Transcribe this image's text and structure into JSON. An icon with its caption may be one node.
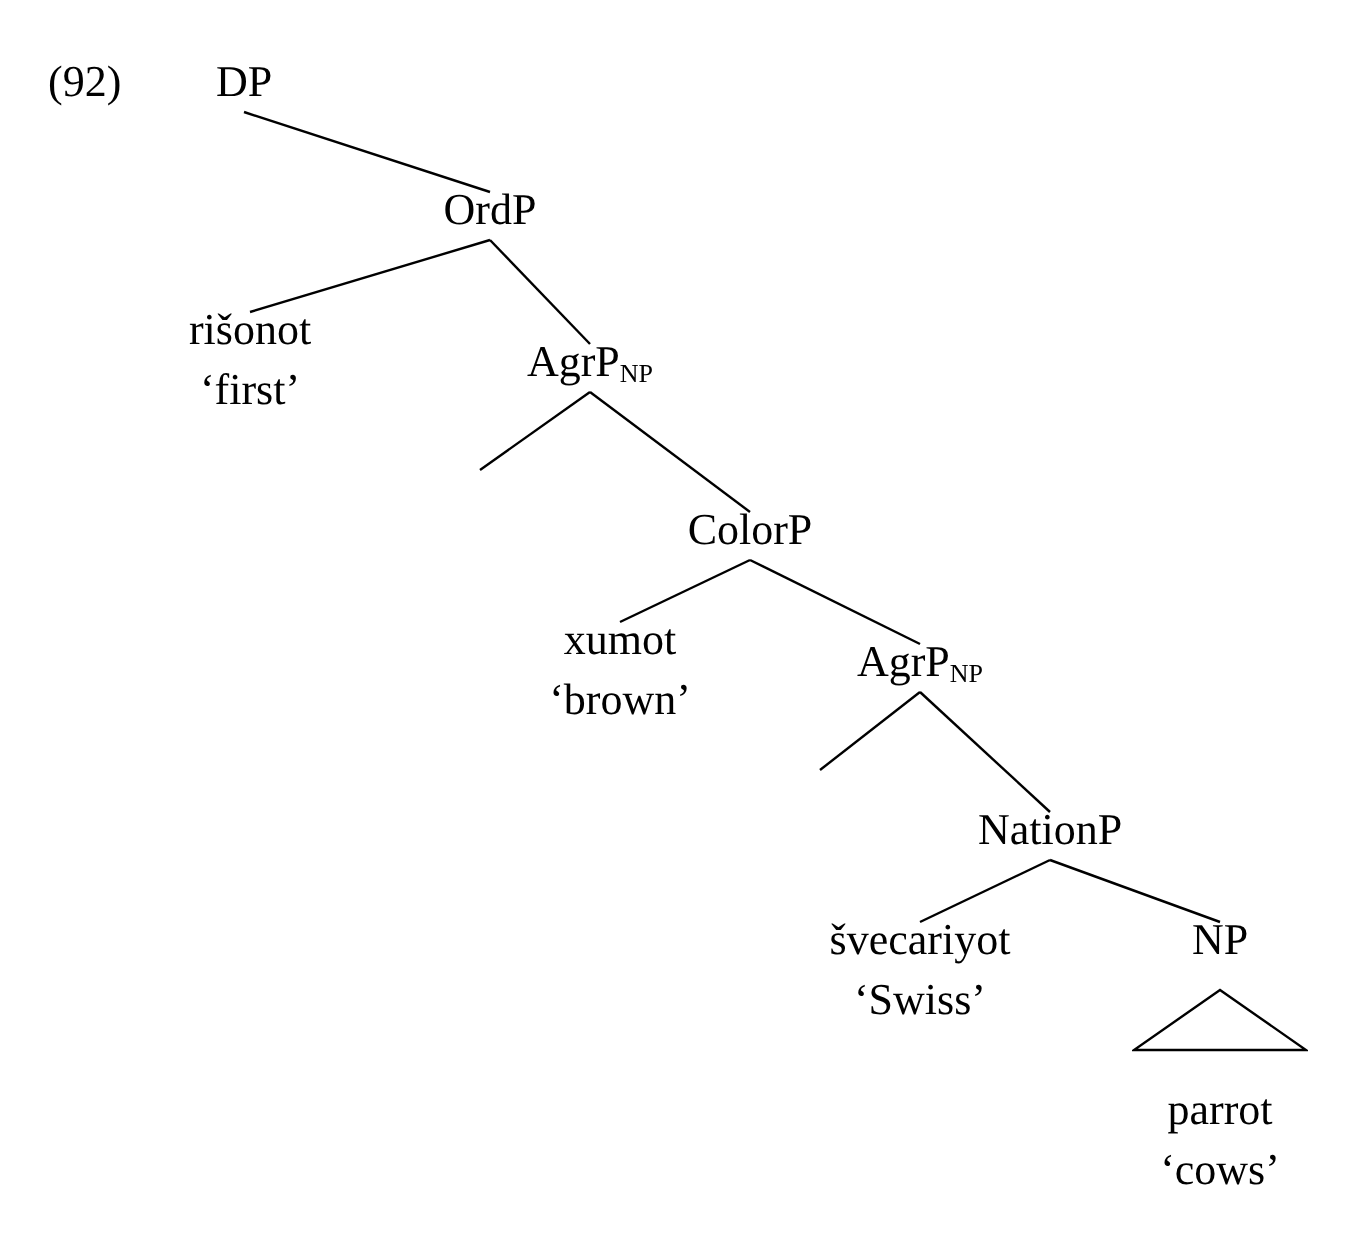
{
  "diagram": {
    "nodes": [
      {
        "text": [
          "DP"
        ]
      },
      {
        "text": [
          "OrdP"
        ]
      },
      {
        "text": [
          "rišonot",
          "‘first’"
        ]
      },
      {
        "text": [
          "AgrP$_{NP}$"
        ]
      },
      {
        "text": [
          "ColorP"
        ]
      },
      {
        "text": [
          "xumot",
          "‘brown’"
        ]
      },
      {
        "text": [
          "AgrP$_{NP}$"
        ]
      },
      {
        "text": [
          "NationP"
        ]
      },
      {
        "text": [
          "švecariyot",
          "‘Swiss’"
        ]
      },
      {
        "text": [
          "NP"
        ]
      },
      {
        "text": [],
        "shape": "triangle"
      },
      {
        "text": [
          "parrot",
          "‘cows’"
        ]
      }
    ],
    "edges": [
      {
        "from": 0,
        "to": 1,
        "arrow": "none"
      },
      {
        "from": 1,
        "to": 2,
        "arrow": "none"
      },
      {
        "from": 1,
        "to": 3,
        "arrow": "none"
      },
      {
        "from": 3,
        "to": null,
        "arrow": "none"
      },
      {
        "from": 3,
        "to": 4,
        "arrow": "none"
      },
      {
        "from": 4,
        "to": 5,
        "arrow": "none"
      },
      {
        "from": 4,
        "to": 6,
        "arrow": "none"
      },
      {
        "from": 6,
        "to": null,
        "arrow": "none"
      },
      {
        "from": 6,
        "to": 7,
        "arrow": "none"
      },
      {
        "from": 7,
        "to": 8,
        "arrow": "none"
      },
      {
        "from": 7,
        "to": 9,
        "arrow": "none"
      }
    ],
    "labels": [
      "(92)"
    ]
  }
}
